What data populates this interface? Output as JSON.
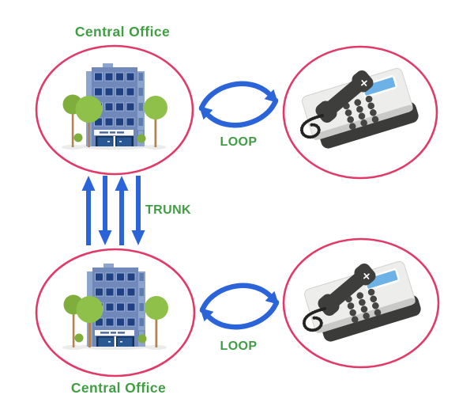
{
  "diagram": {
    "description": "Telephony diagram: two central offices connected by a trunk; each central office connected to a subscriber telephone by a local loop"
  },
  "labels": {
    "central_office_top": "Central Office",
    "central_office_bottom": "Central Office",
    "loop_top": "LOOP",
    "loop_bottom": "LOOP",
    "trunk": "TRUNK"
  },
  "nodes": [
    {
      "id": "central-office-top",
      "type": "building",
      "label": "Central Office"
    },
    {
      "id": "telephone-top",
      "type": "telephone",
      "label": ""
    },
    {
      "id": "central-office-bottom",
      "type": "building",
      "label": "Central Office"
    },
    {
      "id": "telephone-bottom",
      "type": "telephone",
      "label": ""
    }
  ],
  "links": [
    {
      "id": "loop-top",
      "label": "LOOP",
      "type": "circular-bidirectional-arrows",
      "from": "central-office-top",
      "to": "telephone-top"
    },
    {
      "id": "trunk",
      "label": "TRUNK",
      "type": "parallel-vertical-arrows",
      "arrow_count": 4,
      "from": "central-office-top",
      "to": "central-office-bottom"
    },
    {
      "id": "loop-bottom",
      "label": "LOOP",
      "type": "circular-bidirectional-arrows",
      "from": "central-office-bottom",
      "to": "telephone-bottom"
    }
  ],
  "colors": {
    "background": "#ffffff",
    "ellipse_stroke": "#e23a68",
    "arrow_blue": "#2b64d8",
    "label_green": "#3f9e42",
    "building_facade": "#7189ba",
    "building_side": "#8da5cd",
    "building_window": "#1f4183",
    "building_door": "#132f52",
    "tree_green": "#8fc14a",
    "tree_trunk": "#b28451",
    "phone_body": "#ededeb",
    "phone_dark": "#3b3b39",
    "phone_screen": "#6db2e7"
  }
}
